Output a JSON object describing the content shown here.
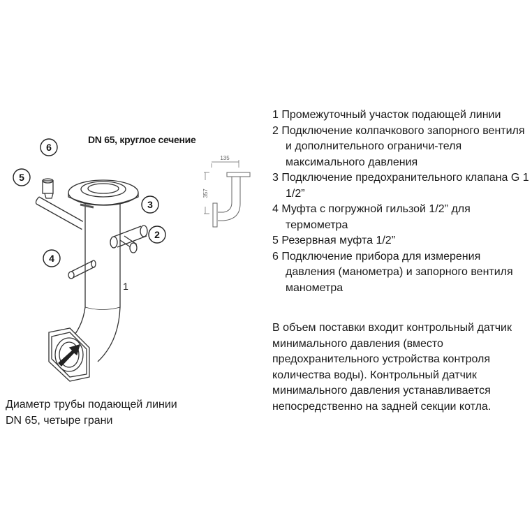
{
  "diagram": {
    "title": "DN 65, круглое сечение",
    "callouts": [
      "1",
      "2",
      "3",
      "4",
      "5",
      "6"
    ],
    "dimensions": {
      "width": "135",
      "height": "357"
    }
  },
  "legend": [
    "1 Промежуточный участок подающей линии",
    "2 Подключение колпачкового запорного вентиля и дополнительного ограничи-теля максимального давления",
    "3 Подключение предохранительного клапана G 1 1/2”",
    "4 Муфта с погружной гильзой 1/2” для термометра",
    "5 Резервная муфта 1/2”",
    "6 Подключение прибора для измерения давления (манометра) и запорного вентиля манометра"
  ],
  "note": "В объем поставки входит контрольный датчик минимального давления (вместо предохранительного устройства контроля количества воды). Контрольный датчик минимального давления устанавливается непосредственно на задней секции котла.",
  "caption": "Диаметр трубы подающей линии DN 65, четыре грани"
}
